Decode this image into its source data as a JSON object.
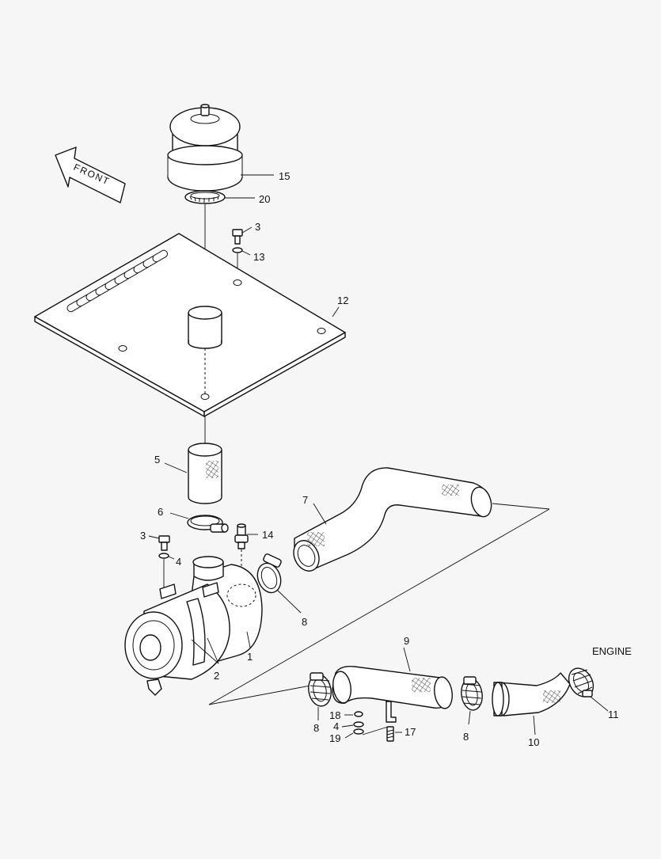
{
  "diagram": {
    "front_label": "FRONT",
    "engine_label": "ENGINE",
    "callouts": {
      "c15": "15",
      "c20": "20",
      "c3a": "3",
      "c13": "13",
      "c12": "12",
      "c5": "5",
      "c6": "6",
      "c14": "14",
      "c3b": "3",
      "c4a": "4",
      "c7": "7",
      "c8a": "8",
      "c1": "1",
      "c2": "2",
      "c9": "9",
      "c18": "18",
      "c4b": "4",
      "c19": "19",
      "c17": "17",
      "c8b": "8",
      "c8c": "8",
      "c10": "10",
      "c11": "11"
    }
  }
}
